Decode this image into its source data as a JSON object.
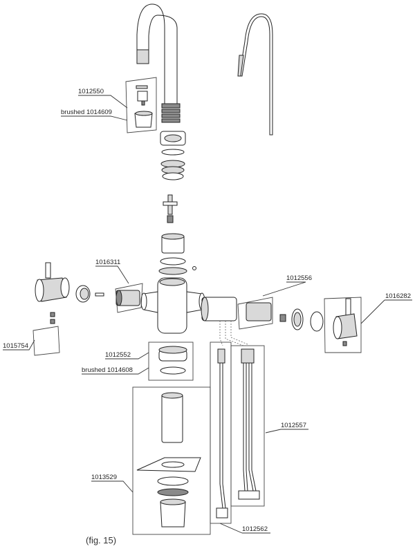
{
  "caption": "(fig. 15)",
  "callouts": [
    {
      "id": "spray-insert",
      "text": "1012550"
    },
    {
      "id": "brushed-aerator",
      "text": "brushed 1014609"
    },
    {
      "id": "left-cartridge",
      "text": "1016311"
    },
    {
      "id": "left-handle-set",
      "text": "1015754"
    },
    {
      "id": "right-cartridge",
      "text": "1012556"
    },
    {
      "id": "right-handle",
      "text": "1016282"
    },
    {
      "id": "base-ring",
      "text": "1012552"
    },
    {
      "id": "brushed-base-ring",
      "text": "brushed 1014608"
    },
    {
      "id": "mounting-kit",
      "text": "1013529"
    },
    {
      "id": "right-hoses",
      "text": "1012557"
    },
    {
      "id": "left-hose",
      "text": "1012562"
    }
  ],
  "colors": {
    "line": "#333333",
    "fill": "#ffffff",
    "shade": "#d9d9d9"
  }
}
